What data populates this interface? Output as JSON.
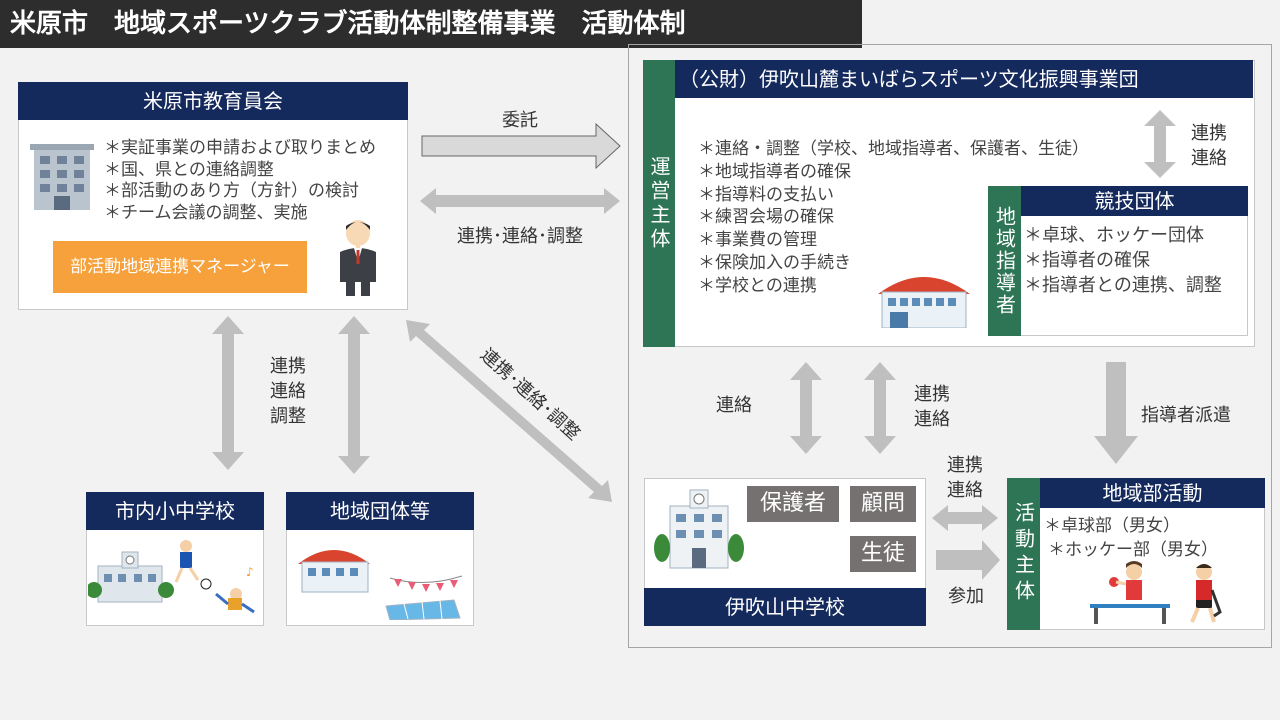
{
  "page_title": "米原市　地域スポーツクラブ活動体制整備事業　活動体制",
  "board": {
    "title": "米原市教育員会",
    "items": [
      "＊実証事業の申請および取りまとめ",
      "＊国、県との連絡調整",
      "＊部活動のあり方（方針）の検討",
      "＊チーム会議の調整、実施"
    ],
    "manager": "部活動地域連携マネージャー"
  },
  "foundation": {
    "title": "（公財）伊吹山麓まいばらスポーツ文化振興事業団",
    "role_label": "運営主体",
    "items": [
      "＊連絡・調整（学校、地域指導者、保護者、生徒）",
      "＊地域指導者の確保",
      "＊指導料の支払い",
      "＊練習会場の確保",
      "＊事業費の管理",
      "＊保険加入の手続き",
      "＊学校との連携"
    ]
  },
  "instructors": {
    "side_label": "地域指導者",
    "title": "競技団体",
    "items": [
      "＊卓球、ホッケー団体",
      "＊指導者の確保",
      "＊指導者との連携、調整"
    ]
  },
  "schools": {
    "title": "市内小中学校"
  },
  "groups": {
    "title": "地域団体等"
  },
  "ibuki": {
    "title": "伊吹山中学校",
    "guardian": "保護者",
    "advisor": "顧問",
    "student": "生徒"
  },
  "club": {
    "side_label": "活動主体",
    "title": "地域部活動",
    "items": [
      "＊卓球部（男女）",
      "＊ホッケー部（男女）"
    ]
  },
  "arrows": {
    "entrust": "委託",
    "coop_top": "連携･連絡･調整",
    "coop_diag": "連携･連絡･調整",
    "left_vert": [
      "連携",
      "連絡",
      "調整"
    ],
    "top_right": [
      "連携",
      "連絡"
    ],
    "mid_left": "連絡",
    "mid_right": [
      "連携",
      "連絡"
    ],
    "dispatch": "指導者派遣",
    "bottom_coop": [
      "連携",
      "連絡"
    ],
    "participate": "参加"
  },
  "colors": {
    "navy": "#14295c",
    "green": "#2e7556",
    "orange": "#f6a13b",
    "tag_gray": "#767171",
    "arrow_gray": "#bfbfbf"
  }
}
